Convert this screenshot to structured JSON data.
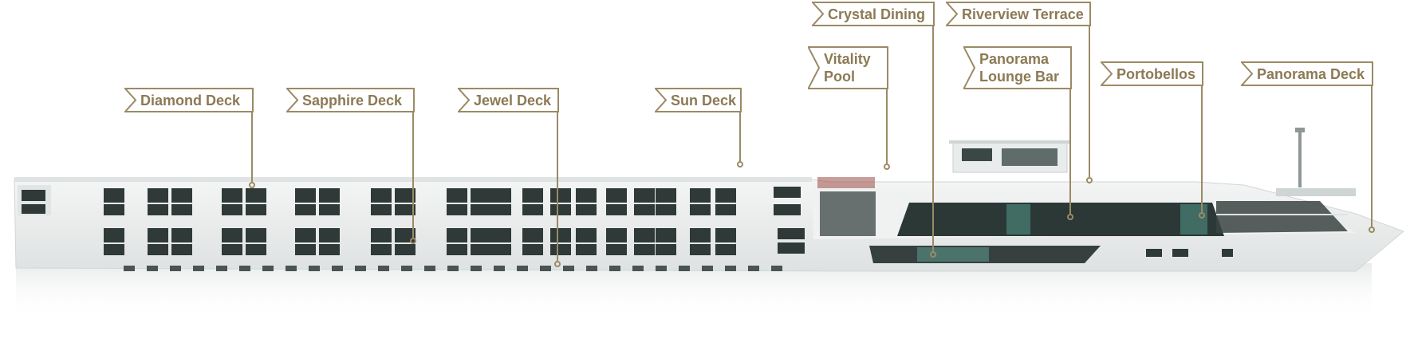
{
  "callouts": {
    "diamond": "Diamond Deck",
    "sapphire": "Sapphire Deck",
    "jewel": "Jewel Deck",
    "sun": "Sun Deck",
    "vitality_line1": "Vitality",
    "vitality_line2": "Pool",
    "crystal": "Crystal Dining",
    "riverview": "Riverview Terrace",
    "panorama_lounge_line1": "Panorama",
    "panorama_lounge_line2": "Lounge Bar",
    "portobellos": "Portobellos",
    "panorama_deck": "Panorama Deck"
  },
  "colors": {
    "callout_text": "#8c7a55",
    "callout_line": "#9b8a66",
    "hull": "#eceeee",
    "window": "#2f3a38"
  }
}
